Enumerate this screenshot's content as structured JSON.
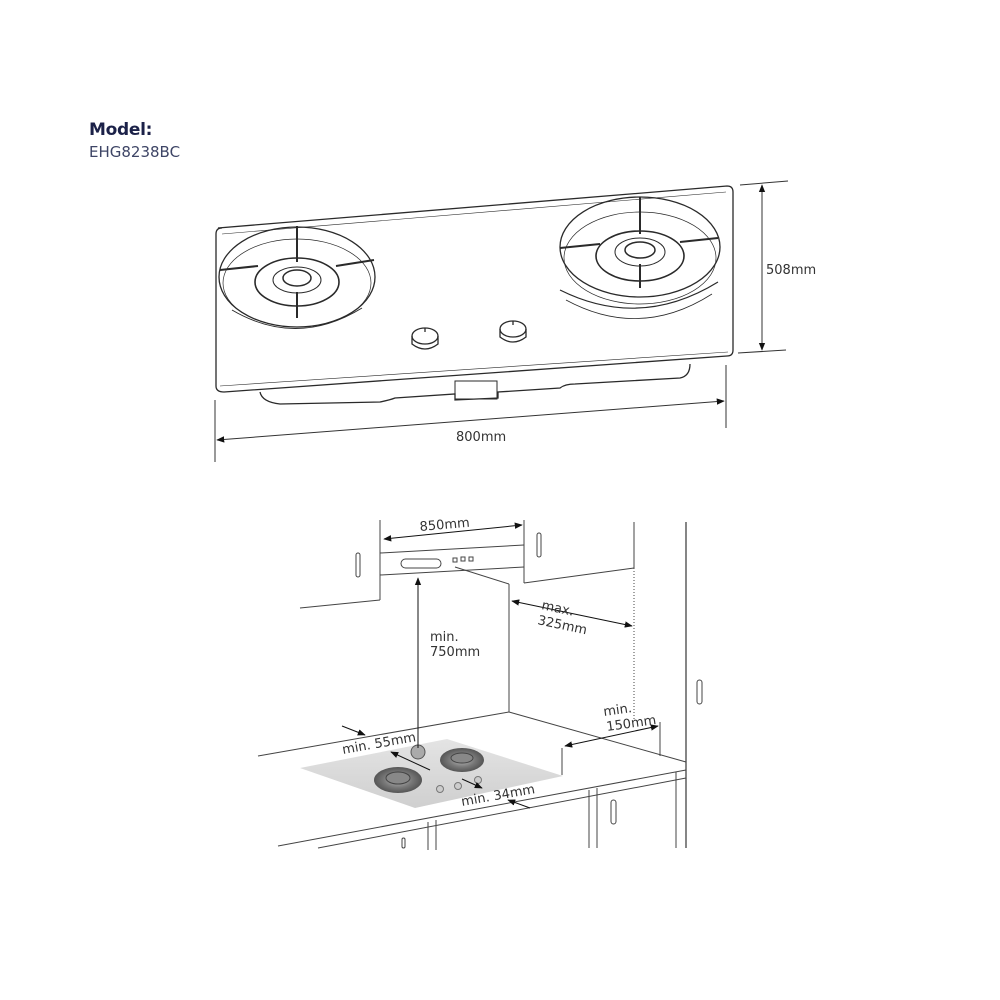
{
  "header": {
    "model_label": "Model:",
    "model_number": "EHG8238BC"
  },
  "product_view": {
    "burners": 2,
    "knobs": 2,
    "dimensions": {
      "width": "800mm",
      "depth": "508mm"
    }
  },
  "installation_view": {
    "hood_width": "850mm",
    "hood_min_height_line1": "min.",
    "hood_min_height_line2": "750mm",
    "side_max_line1": "max.",
    "side_max_line2": "325mm",
    "side_min_line1": "min.",
    "side_min_line2": "150mm",
    "rear_min": "min. 55mm",
    "front_min": "min. 34mm"
  },
  "colors": {
    "title": "#1b2148",
    "line": "#2a2a2a",
    "hob_shade": "#d9d9d9"
  }
}
